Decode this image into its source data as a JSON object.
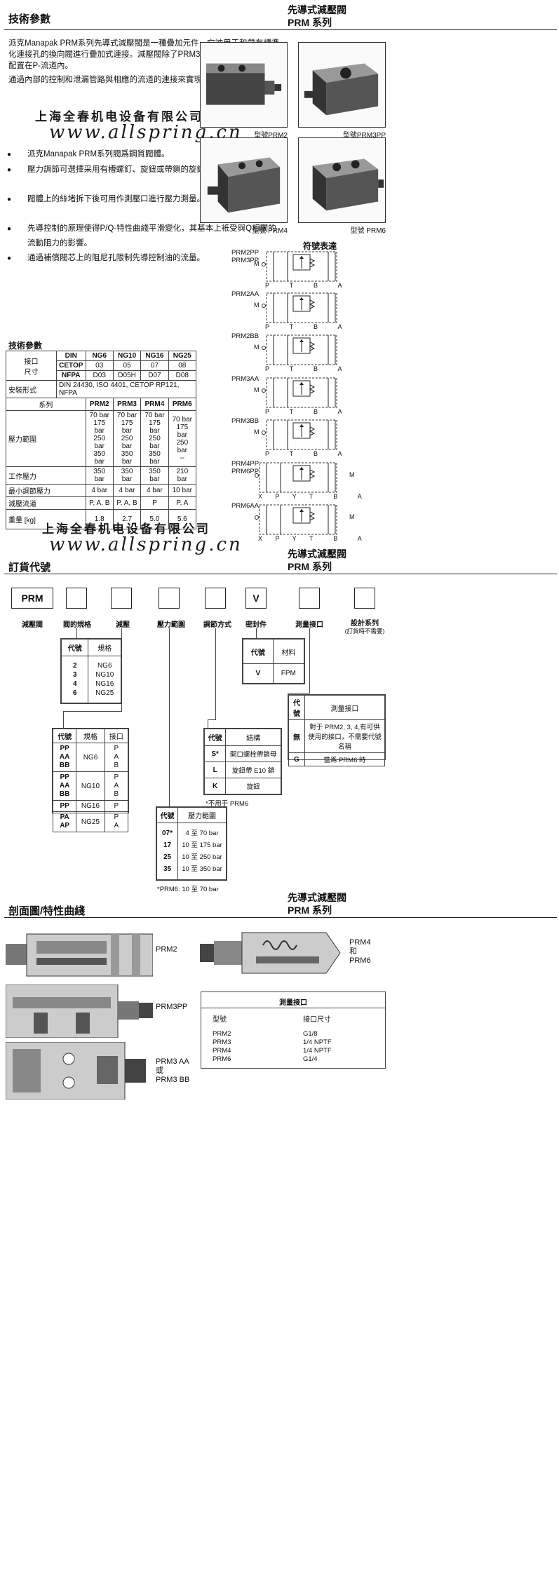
{
  "page1": {
    "section_title": "技術參數",
    "header_title": "先導式減壓閥",
    "header_series": "PRM 系列",
    "intro_1": "派克Manapak PRM系列先導式減壓閥是一種疊加元件，它被用于和帶有標準化連接孔的換向閥進行疊加式連接。減壓閥除了PRM3AA和BB型號以外總是配置在P-流道內。",
    "intro_2": "通過內部的控制和泄漏管路與相應的流道的連接來實現所要出口的減壓。",
    "watermark_cn": "上海全春机电设备有限公司",
    "watermark_url": "www.allspring.cn",
    "bullets": [
      "派克Manapak PRM系列閥爲鋼質閥體。",
      "壓力調節可選擇采用有槽螺釘、旋鈕或帶鎖的旋鈕來進行調整。",
      "閥體上的絲堵拆下後可用作測壓口進行壓力測量。",
      "先導控制的原理使得P/Q-特性曲綫平滑變化，其基本上衹受與Q相關的流動阻力的影響。",
      "通過補償閥芯上的阻尼孔限制先導控制油的流量。"
    ],
    "photos": [
      "型號PRM2",
      "型號PRM3PP",
      "型號 PRM4",
      "型號 PRM6"
    ],
    "symbol_title": "符號表達",
    "symbols": [
      {
        "label1": "PRM2PP",
        "label2": "PRM3PP",
        "ports": "P  T  B  A"
      },
      {
        "label1": "PRM2AA",
        "label2": "",
        "ports": "P  T  B  A"
      },
      {
        "label1": "PRM2BB",
        "label2": "",
        "ports": "P  T  B  A"
      },
      {
        "label1": "PRM3AA",
        "label2": "",
        "ports": "P  T  B  A"
      },
      {
        "label1": "PRM3BB",
        "label2": "",
        "ports": "P  T  B  A"
      },
      {
        "label1": "PRM4PP",
        "label2": "PRM6PP",
        "ports": "X P Y T  B  A"
      },
      {
        "label1": "PRM6AA",
        "label2": "",
        "ports": "X P Y T  B  A"
      }
    ],
    "m_label": "M",
    "spec_title": "技術參數",
    "spec": {
      "hdr_din": "DIN",
      "hdr_cetop": "CETOP",
      "hdr_nfpa": "NFPA",
      "port_label": "接口\n尺寸",
      "ng": [
        "NG6",
        "NG10",
        "NG16",
        "NG25"
      ],
      "cetop": [
        "03",
        "05",
        "07",
        "08"
      ],
      "nfpa": [
        "D03",
        "D05H",
        "D07",
        "D08"
      ],
      "mount_label": "安裝形式",
      "mount_value": "DIN 24430, ISO 4401, CETOP RP121, NFPA",
      "series_label": "系列",
      "series": [
        "PRM2",
        "PRM3",
        "PRM4",
        "PRM6"
      ],
      "range_label": "壓力範圍",
      "range": [
        [
          "70 bar",
          "175 bar",
          "250 bar",
          "350 bar"
        ],
        [
          "70 bar",
          "175 bar",
          "250 bar",
          "350 bar"
        ],
        [
          "70 bar",
          "175 bar",
          "250 bar",
          "350 bar"
        ],
        [
          "70 bar",
          "175 bar",
          "250 bar",
          "--"
        ]
      ],
      "work_label": "工作壓力",
      "work": [
        "350 bar",
        "350 bar",
        "350 bar",
        "210 bar"
      ],
      "min_label": "最小調節壓力",
      "min": [
        "4 bar",
        "4 bar",
        "4 bar",
        "10 bar"
      ],
      "flow_label": "減壓流道",
      "flow": [
        "P, A, B",
        "P, A, B",
        "P",
        "P, A"
      ],
      "weight_label": "重量 [kg]",
      "weight": [
        "1.8",
        "2.7",
        "5.0",
        "5.6"
      ]
    }
  },
  "page2": {
    "section_title": "訂貨代號",
    "header_title": "先導式減壓閥",
    "header_series": "PRM 系列",
    "box_prm": "PRM",
    "box_v": "V",
    "labels": [
      "減壓閥",
      "閥的規格",
      "減壓",
      "壓力範圍",
      "調節方式",
      "密封件",
      "測量接口",
      "設計系列"
    ],
    "design_note": "(訂貨時不需要)",
    "size_tbl": {
      "h1": "代號",
      "h2": "規格",
      "rows": [
        [
          "2",
          "NG6"
        ],
        [
          "3",
          "NG10"
        ],
        [
          "4",
          "NG16"
        ],
        [
          "6",
          "NG25"
        ]
      ]
    },
    "seal_tbl": {
      "h1": "代號",
      "h2": "材料",
      "rows": [
        [
          "V",
          "FPM"
        ]
      ]
    },
    "port_tbl": {
      "h1": "代號",
      "h2": "測量接口",
      "rows": [
        [
          "無",
          "對于 PRM2, 3, 4,有可供使用的接口，不需要代號名稱"
        ],
        [
          "G",
          "當爲 PRM6 時"
        ]
      ]
    },
    "reduce_tbl": {
      "h1": "代號",
      "h2": "規格",
      "h3": "接口",
      "groups": [
        {
          "codes": "PP\nAA\nBB",
          "size": "NG6",
          "ports": "P\nA\nB"
        },
        {
          "codes": "PP\nAA\nBB",
          "size": "NG10",
          "ports": "P\nA\nB"
        },
        {
          "codes": "PP",
          "size": "NG16",
          "ports": "P"
        },
        {
          "codes": "PA\nAP",
          "size": "NG25",
          "ports": "P\nA"
        }
      ]
    },
    "adj_tbl": {
      "h1": "代號",
      "h2": "結構",
      "rows": [
        [
          "S*",
          "開口螺栓帶鎖母"
        ],
        [
          "L",
          "旋鈕帶 E10 鎖"
        ],
        [
          "K",
          "旋鈕"
        ]
      ]
    },
    "adj_note": "*不用于 PRM6",
    "press_tbl": {
      "h1": "代號",
      "h2": "壓力範圍",
      "rows": [
        [
          "07*",
          "4 至 70 bar"
        ],
        [
          "17",
          "10 至 175 bar"
        ],
        [
          "25",
          "10 至 250 bar"
        ],
        [
          "35",
          "10 至 350 bar"
        ]
      ]
    },
    "press_note": "*PRM6: 10 至 70 bar"
  },
  "page3": {
    "section_title": "剖面圖/特性曲綫",
    "header_title": "先導式減壓閥",
    "header_series": "PRM 系列",
    "sec_labels": [
      "PRM2",
      "PRM3PP",
      "PRM3 AA\n或\nPRM3 BB",
      "PRM4\n和\nPRM6"
    ],
    "gauge_title": "測量接口",
    "gauge_h1": "型號",
    "gauge_h2": "接口尺寸",
    "gauge_models": "PRM2\nPRM3\nPRM4\nPRM6",
    "gauge_sizes": "G1/8\n1/4 NPTF\n1/4 NPTF\nG1/4"
  }
}
